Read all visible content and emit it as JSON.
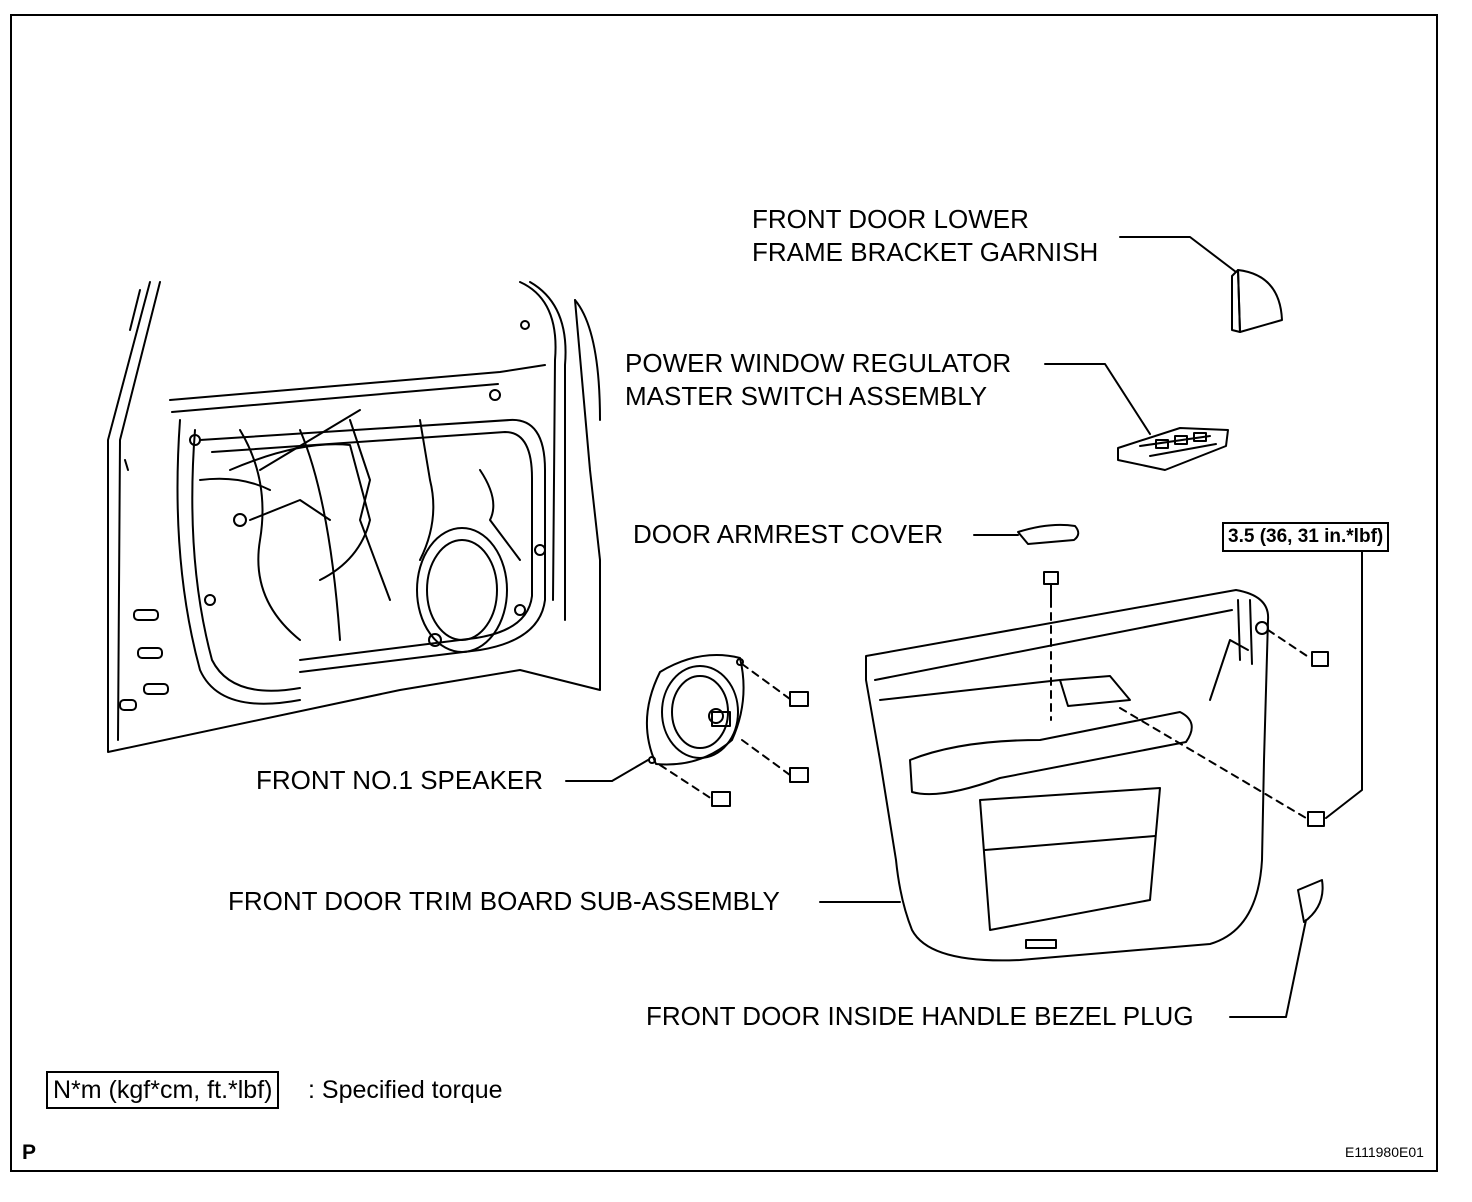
{
  "labels": {
    "lower_frame_bracket_garnish": [
      "FRONT DOOR LOWER",
      "FRAME BRACKET GARNISH"
    ],
    "master_switch": [
      "POWER WINDOW REGULATOR",
      "MASTER SWITCH ASSEMBLY"
    ],
    "armrest_cover": "DOOR ARMREST COVER",
    "speaker": "FRONT NO.1 SPEAKER",
    "trim_board": "FRONT DOOR TRIM BOARD SUB-ASSEMBLY",
    "bezel_plug": "FRONT DOOR INSIDE HANDLE BEZEL PLUG"
  },
  "torque_spec": "3.5 (36, 31 in.*lbf)",
  "legend": {
    "box_text": "N*m (kgf*cm, ft.*lbf)",
    "meaning": ": Specified torque"
  },
  "page_mark": "P",
  "figure_id": "E111980E01"
}
